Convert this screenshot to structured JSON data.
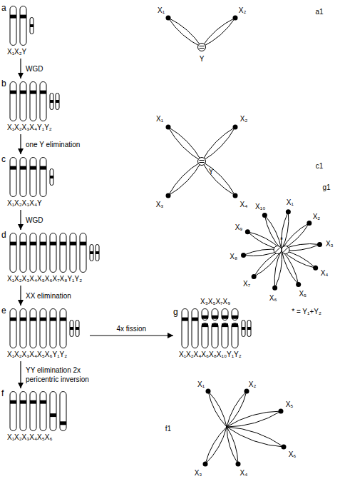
{
  "diagram": {
    "nodes": [
      {
        "text": [
          "a",
          "X₁X₂Y"
        ]
      },
      {
        "text": [
          "b",
          "X₁X₂X₃X₄Y₁Y₂"
        ]
      },
      {
        "text": [
          "c",
          "X₁X₂X₃X₄Y"
        ]
      },
      {
        "text": [
          "d",
          "X₁X₂X₃X₄X₅X₆X₇X₈Y₁Y₂"
        ]
      },
      {
        "text": [
          "e",
          "X₁X₂X₃X₄X₅X₆Y₁Y₂"
        ]
      },
      {
        "text": [
          "g",
          "X₃X₅X₇X₉",
          "X₁X₂X₄X₆X₈X₁₀Y₁Y₂"
        ]
      },
      {
        "text": [
          "f",
          "X₁X₂X₃X₄X₅X₆"
        ]
      }
    ],
    "edges": [
      {
        "from": 0,
        "to": 1,
        "arrow": "to",
        "label": "WGD"
      },
      {
        "from": 1,
        "to": 2,
        "arrow": "to",
        "label": "one Y elimination"
      },
      {
        "from": 2,
        "to": 3,
        "arrow": "to",
        "label": "WGD"
      },
      {
        "from": 3,
        "to": 4,
        "arrow": "to",
        "label": "XX elimination"
      },
      {
        "from": 4,
        "to": 5,
        "arrow": "to",
        "label": "4x fission"
      },
      {
        "from": 4,
        "to": 6,
        "arrow": "to",
        "label": "YY elimination 2x pericentric inversion"
      }
    ],
    "labels": [
      "a1",
      "X₁",
      "X₂",
      "Y",
      "c1",
      "X₁",
      "X₂",
      "X₃",
      "X₄",
      "Y",
      "g1",
      "*",
      "X₁",
      "X₂",
      "X₃",
      "X₄",
      "X₅",
      "X₆",
      "X₇",
      "X₈",
      "X₉",
      "X₁₀",
      "* = Y₁+Y₂",
      "f1",
      "X₁",
      "X₂",
      "X₃",
      "X₄",
      "X₅",
      "X₆"
    ]
  }
}
